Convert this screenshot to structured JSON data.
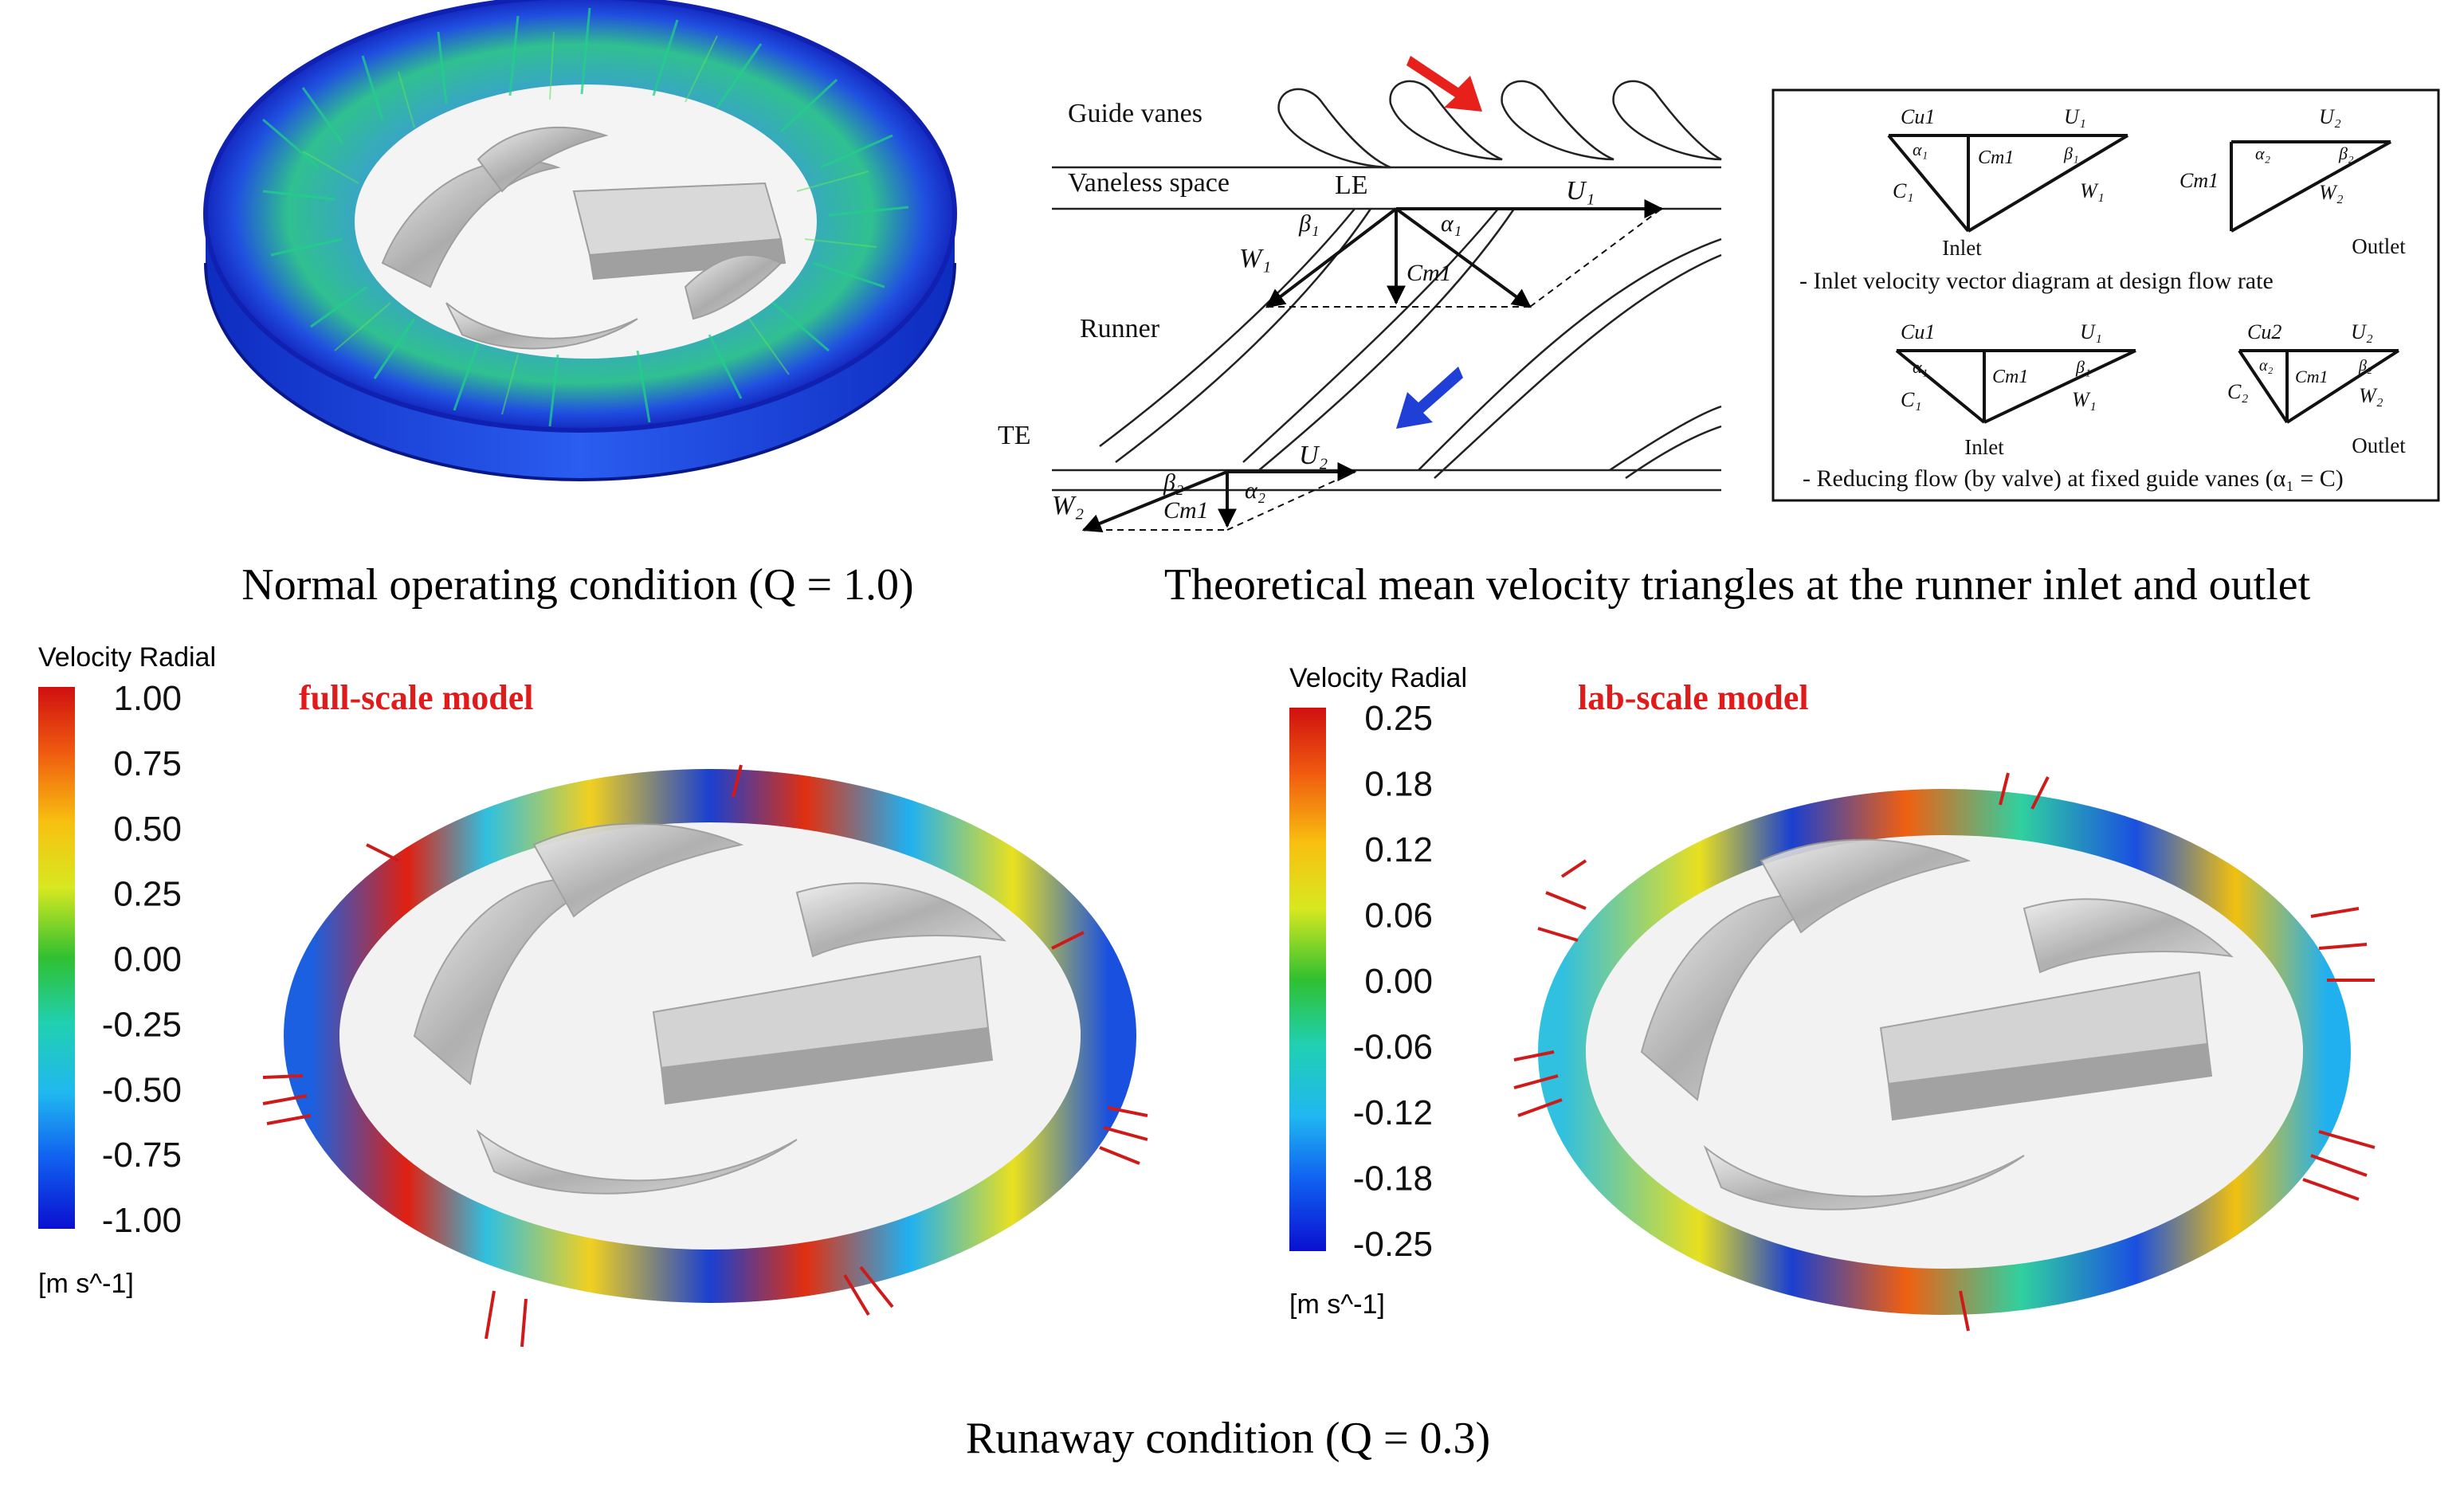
{
  "captions": {
    "normal": "Normal operating condition (Q = 1.0)",
    "triangles": "Theoretical mean velocity triangles at the runner inlet and outlet",
    "runaway": "Runaway condition (Q = 0.3)"
  },
  "velocity_diagram": {
    "labels": {
      "guide_vanes": "Guide vanes",
      "vaneless_space": "Vaneless space",
      "le": "LE",
      "runner": "Runner",
      "te": "TE"
    },
    "vectors": {
      "u1": "U₁",
      "w1": "W₁",
      "cm1": "Cm1",
      "beta1": "β₁",
      "alpha1": "α₁",
      "u2": "U₂",
      "w2": "W₂",
      "cm2": "Cm1",
      "beta2": "β₂",
      "alpha2": "α₂"
    },
    "arrow_colors": {
      "top": "#e8201c",
      "bottom": "#1f3fd6"
    }
  },
  "inset": {
    "row1": {
      "inlet": {
        "cu1": "Cu1",
        "u1": "U₁",
        "a1": "α₁",
        "cm1": "Cm1",
        "b1": "β₁",
        "c1": "C₁",
        "w1": "W₁",
        "label": "Inlet"
      },
      "outlet": {
        "u2": "U₂",
        "cm1": "Cm1",
        "a2": "α₂",
        "b2": "β₂",
        "w2": "W₂",
        "label": "Outlet"
      },
      "caption": "- Inlet velocity vector diagram at design flow rate"
    },
    "row2": {
      "inlet": {
        "cu1": "Cu1",
        "u1": "U₁",
        "a1": "α₁",
        "cm1": "Cm1",
        "b1": "β₁",
        "c1": "C₁",
        "w1": "W₁",
        "label": "Inlet"
      },
      "outlet": {
        "cu2": "Cu2",
        "u2": "U₂",
        "a2": "α₂",
        "cm1": "Cm1",
        "b2": "β₂",
        "c2": "C₂",
        "w2": "W₂",
        "label": "Outlet"
      },
      "caption": "- Reducing flow (by valve) at fixed guide vanes (α₁ = C)"
    }
  },
  "legend_full": {
    "title": "Velocity Radial",
    "ticks": [
      "1.00",
      "0.75",
      "0.50",
      "0.25",
      "0.00",
      "-0.25",
      "-0.50",
      "-0.75",
      "-1.00"
    ],
    "unit": "[m s^-1]",
    "model_label": "full-scale model"
  },
  "legend_lab": {
    "title": "Velocity Radial",
    "ticks": [
      "0.25",
      "0.18",
      "0.12",
      "0.06",
      "0.00",
      "-0.06",
      "-0.12",
      "-0.18",
      "-0.25"
    ],
    "unit": "[m s^-1]",
    "model_label": "lab-scale model"
  },
  "colors": {
    "model_label": "#e01b1b",
    "ring_top": "#1a2fc8",
    "ring_side": "#1d3fe0"
  }
}
